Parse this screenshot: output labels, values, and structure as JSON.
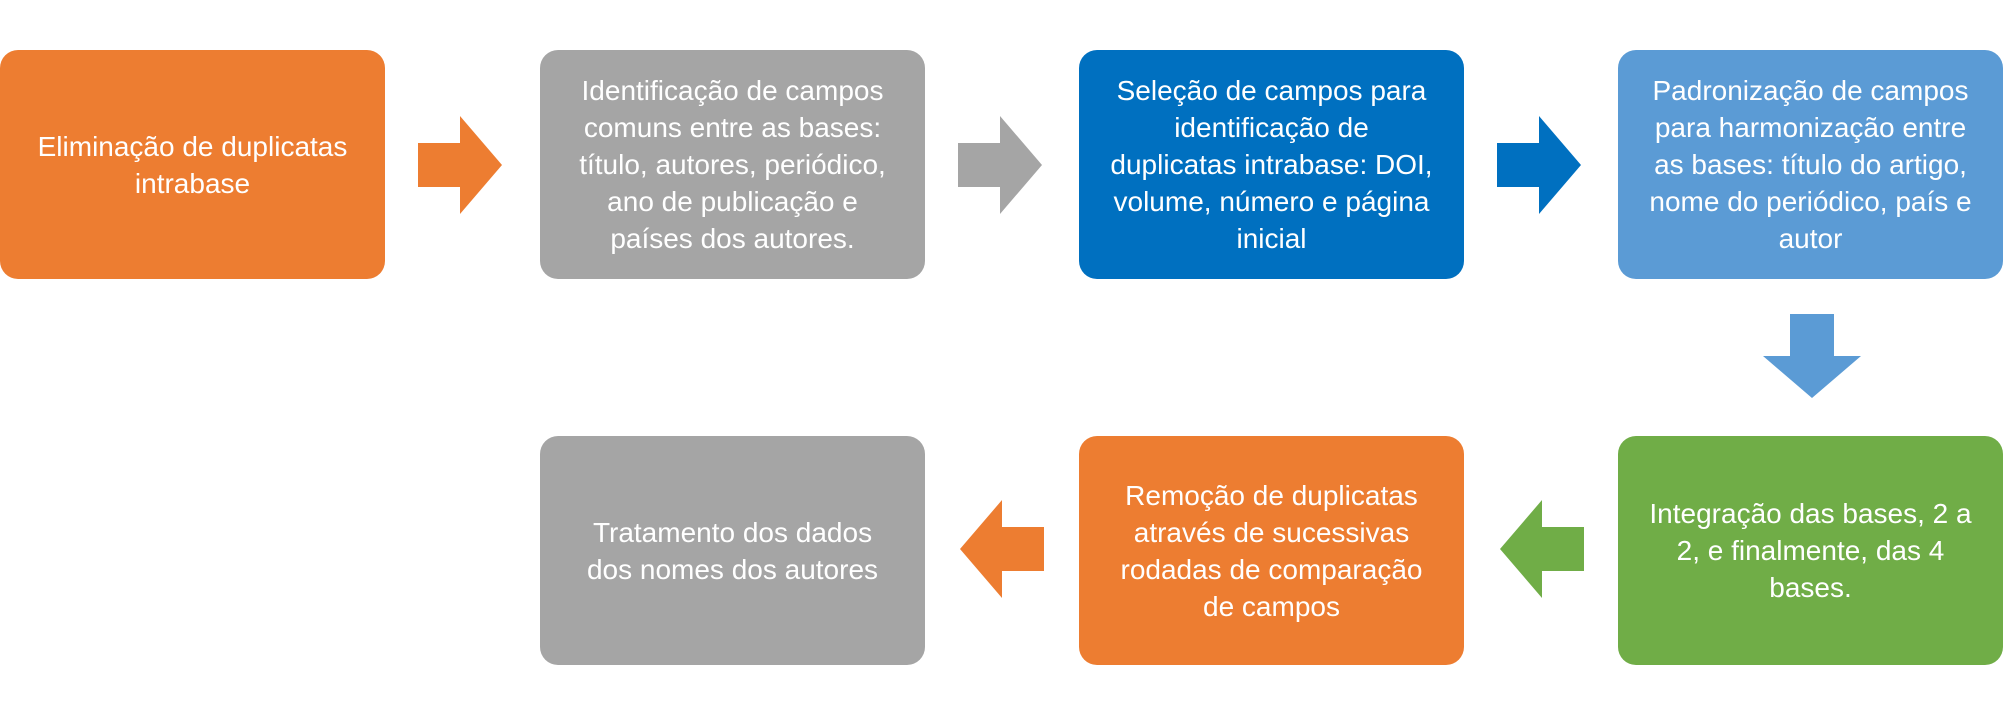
{
  "steps": [
    {
      "text": "Eliminação de duplicatas\nintrabase",
      "color": "#ED7D31"
    },
    {
      "text": "Identificação de campos\ncomuns entre as bases:\ntítulo, autores, periódico,\nano de publicação e\npaíses dos autores.",
      "color": "#A5A5A5"
    },
    {
      "text": "Seleção de campos para\nidentificação de\nduplicatas intrabase: DOI,\nvolume, número e página\ninicial",
      "color": "#0070C0"
    },
    {
      "text": "Padronização de campos\npara harmonização entre\nas bases: título do artigo,\nnome do periódico, país e\nautor",
      "color": "#5B9BD5"
    },
    {
      "text": "Integração das bases, 2 a\n2, e finalmente, das 4\nbases.",
      "color": "#70AD47"
    },
    {
      "text": "Remoção de duplicatas\natravés de sucessivas\nrodadas de comparação\nde campos",
      "color": "#ED7D31"
    },
    {
      "text": "Tratamento dos dados\ndos nomes dos autores",
      "color": "#A5A5A5"
    }
  ],
  "arrows": [
    {
      "direction": "right",
      "color": "#ED7D31"
    },
    {
      "direction": "right",
      "color": "#A5A5A5"
    },
    {
      "direction": "right",
      "color": "#0070C0"
    },
    {
      "direction": "down",
      "color": "#5B9BD5"
    },
    {
      "direction": "left",
      "color": "#70AD47"
    },
    {
      "direction": "left",
      "color": "#ED7D31"
    }
  ]
}
